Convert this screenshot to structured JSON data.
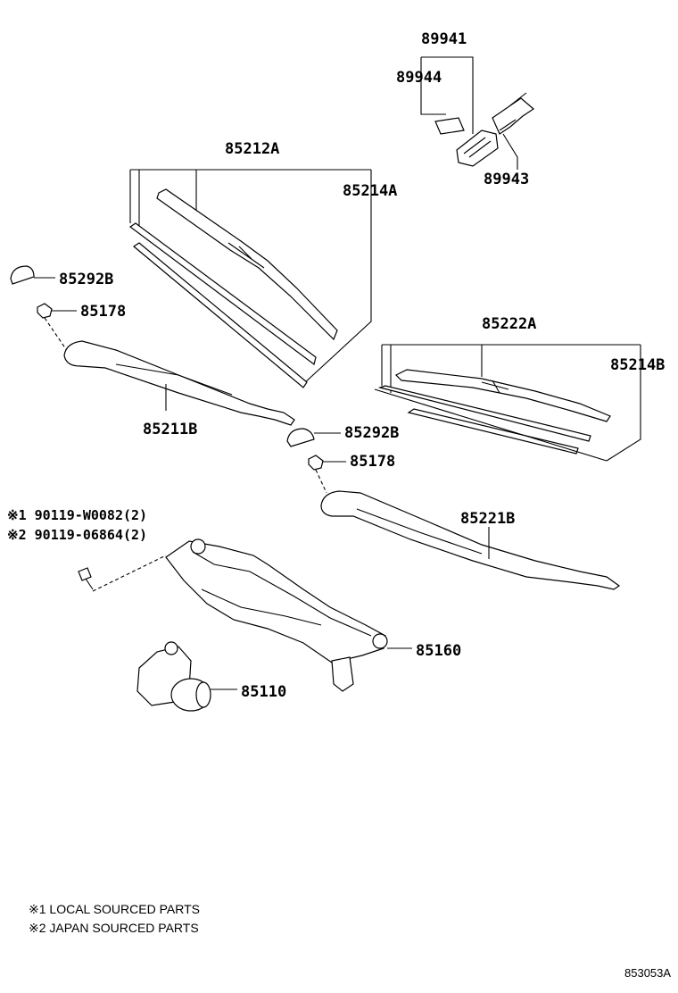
{
  "callouts": {
    "p89941": "89941",
    "p89944": "89944",
    "p89943": "89943",
    "p85212A": "85212A",
    "p85214A": "85214A",
    "p85292B_top": "85292B",
    "p85178_top": "85178",
    "p85211B": "85211B",
    "p85222A": "85222A",
    "p85214B": "85214B",
    "p85292B_mid": "85292B",
    "p85178_mid": "85178",
    "p85221B": "85221B",
    "p85160": "85160",
    "p85110": "85110"
  },
  "bolt_refs": [
    "※1 90119-W0082(2)",
    "※2 90119-06864(2)"
  ],
  "notes": [
    "※1 LOCAL SOURCED PARTS",
    "※2 JAPAN SOURCED PARTS"
  ],
  "figure_id": "853053A"
}
